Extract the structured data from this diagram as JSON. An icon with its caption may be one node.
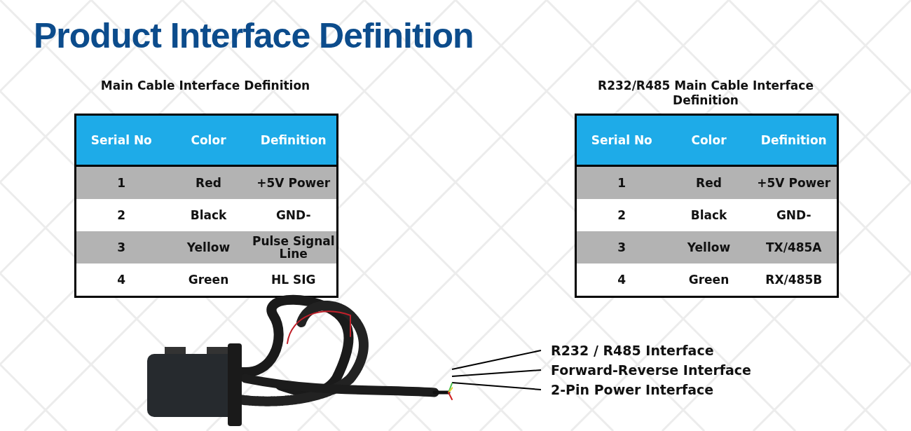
{
  "diagram": {
    "title": "Product Interface Definition",
    "nodes": [
      {
        "text": [],
        "shape": "picture"
      },
      {
        "text": [
          "R232 / R485 Interface"
        ]
      },
      {
        "text": [
          "Forward-Reverse Interface"
        ]
      },
      {
        "text": [
          "2-Pin Power Interface"
        ]
      }
    ],
    "edges": [
      {
        "from": 1,
        "to": 0,
        "arrow": "none"
      },
      {
        "from": 2,
        "to": 0,
        "arrow": "none"
      },
      {
        "from": 3,
        "to": 0,
        "arrow": "none"
      }
    ],
    "labels": [
      "Main Cable Interface Definition",
      "Serial No",
      "Color",
      "Definition",
      "1",
      "Red",
      "+5V Power",
      "2",
      "Black",
      "GND-",
      "3",
      "Yellow",
      "Pulse Signal Line",
      "4",
      "Green",
      "HL SIG",
      "R232/R485 Main Cable Interface Definition",
      "Serial No",
      "Color",
      "Definition",
      "1",
      "Red",
      "+5V Power",
      "2",
      "Black",
      "GND-",
      "3",
      "Yellow",
      "TX/485A",
      "4",
      "Green",
      "RX/485B"
    ]
  }
}
